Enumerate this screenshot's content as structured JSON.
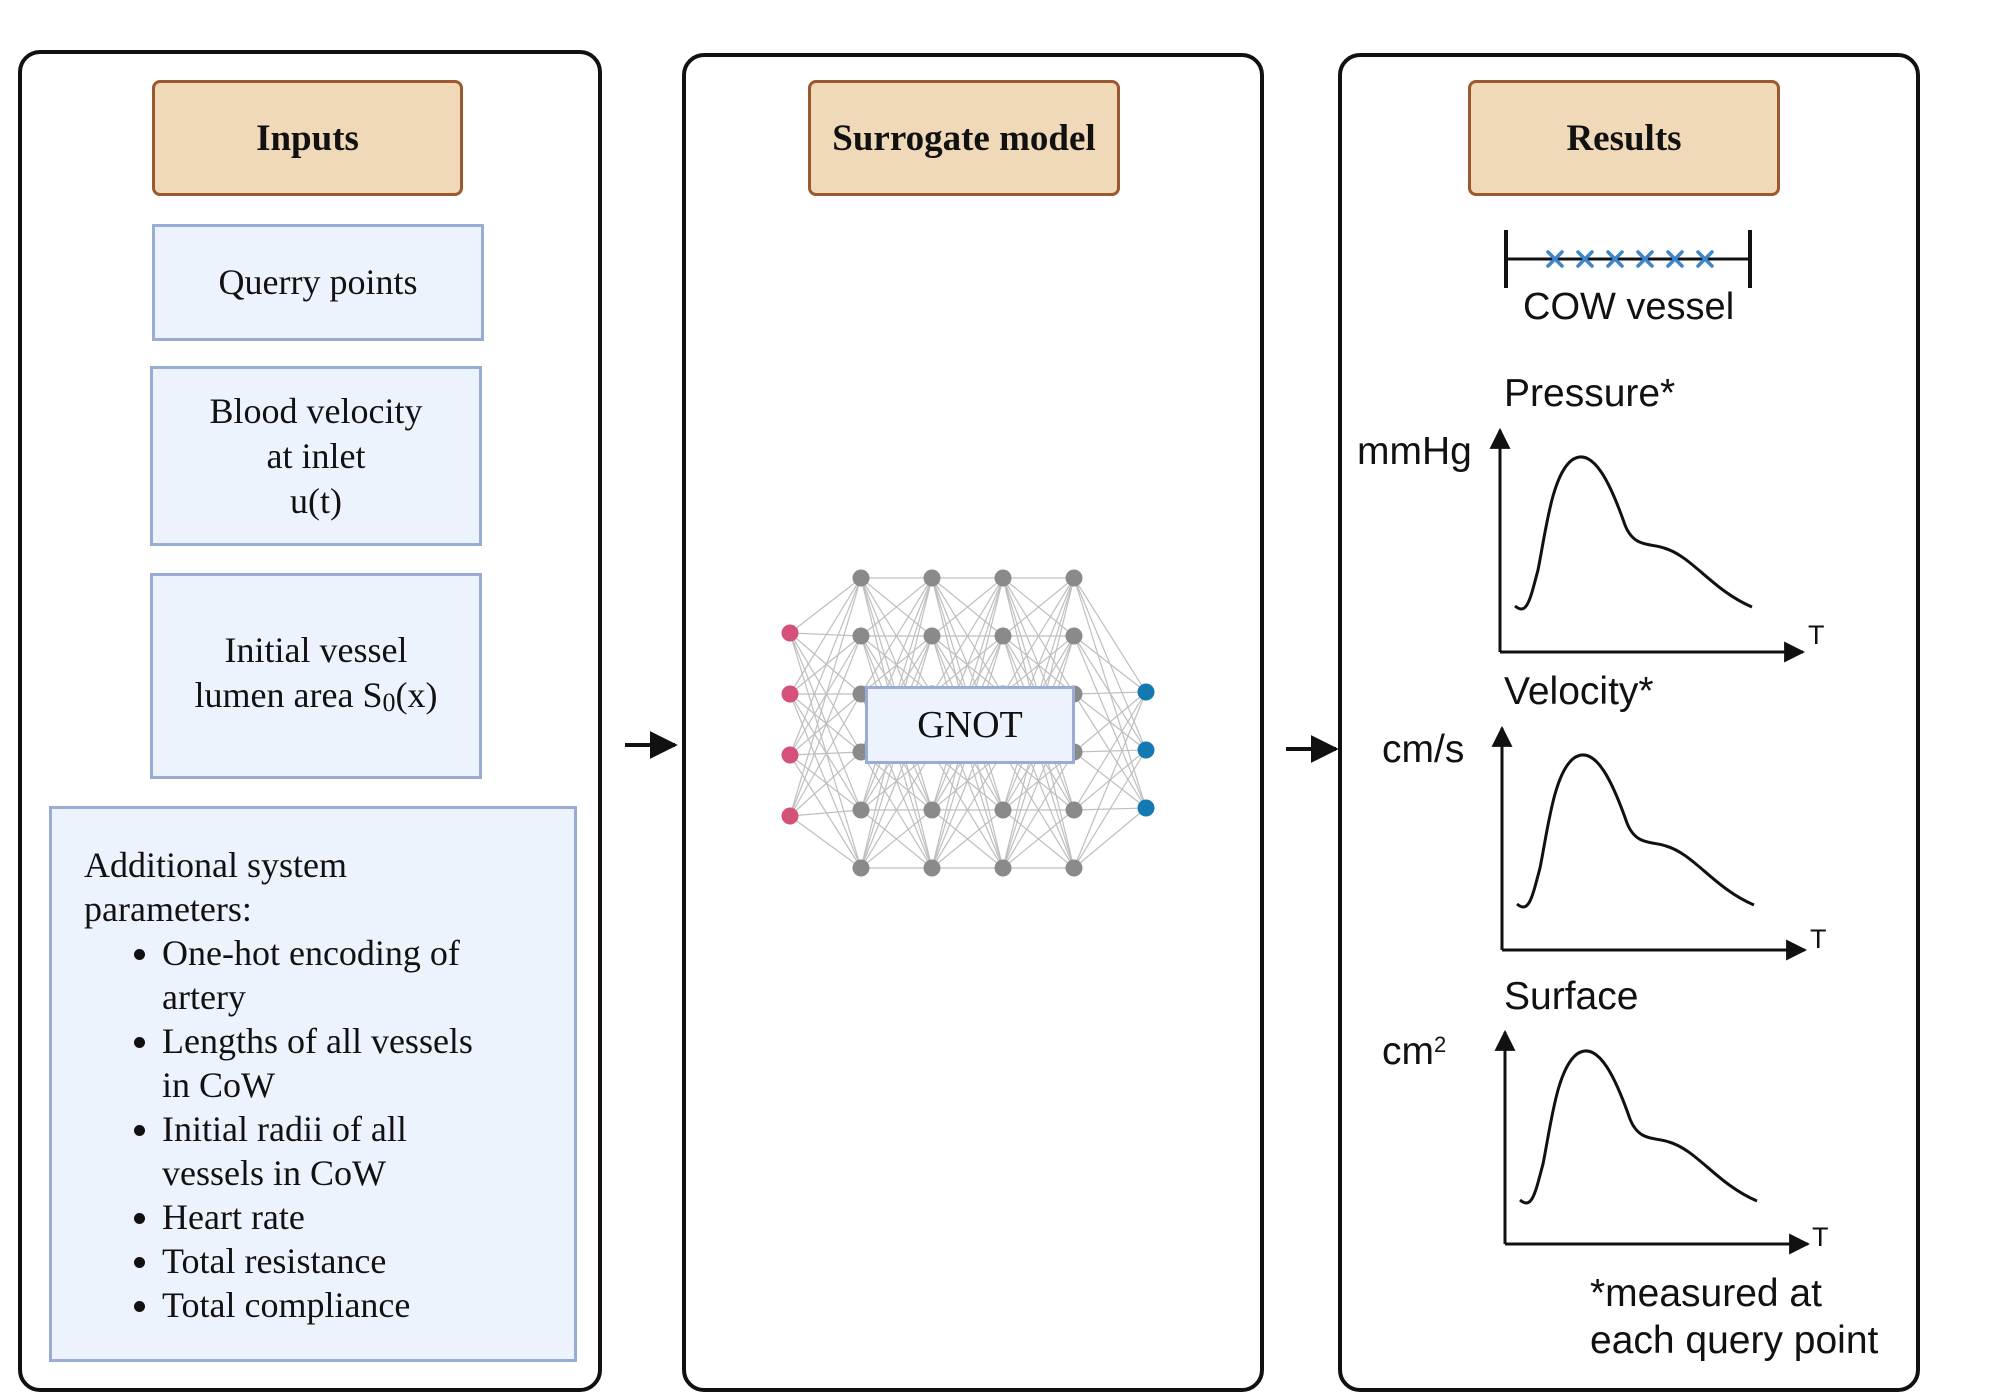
{
  "inputs": {
    "header": "Inputs",
    "query_box": [
      "Querry points"
    ],
    "velocity_box": [
      "Blood velocity",
      "at inlet",
      "u(t)"
    ],
    "area_box": {
      "line1": "Initial vessel",
      "line2_prefix": "lumen area S",
      "line2_sub": "0",
      "line2_suffix": "(x)"
    },
    "params": {
      "title_lines": [
        "Additional system",
        "parameters:"
      ],
      "items": [
        [
          "One-hot encoding of",
          "artery"
        ],
        [
          "Lengths of all vessels",
          "in CoW"
        ],
        [
          "Initial radii of all",
          "vessels in CoW"
        ],
        [
          "Heart rate"
        ],
        [
          "Total resistance"
        ],
        [
          "Total compliance"
        ]
      ]
    }
  },
  "surrogate": {
    "header": "Surrogate model",
    "model_label": "GNOT",
    "network": {
      "input_nodes": 4,
      "hidden_layers": 4,
      "hidden_nodes_per_layer": 6,
      "output_nodes": 3,
      "colors": {
        "input": "#d6517a",
        "hidden": "#8a8a8a",
        "output": "#1479b0",
        "edge": "#bfbfbf"
      }
    }
  },
  "results": {
    "header": "Results",
    "vessel_label": "COW vessel",
    "vessel_marker_count": 6,
    "vessel_marker_color": "#3b86c9",
    "plots": [
      {
        "title": "Pressure*",
        "unit": "mmHg",
        "xlabel": "T"
      },
      {
        "title": "Velocity*",
        "unit": "cm/s",
        "xlabel": "T"
      },
      {
        "title": "Surface",
        "unit_base": "cm",
        "unit_sup": "2",
        "xlabel": "T"
      }
    ],
    "footnote": [
      "*measured at",
      "each query point"
    ]
  }
}
